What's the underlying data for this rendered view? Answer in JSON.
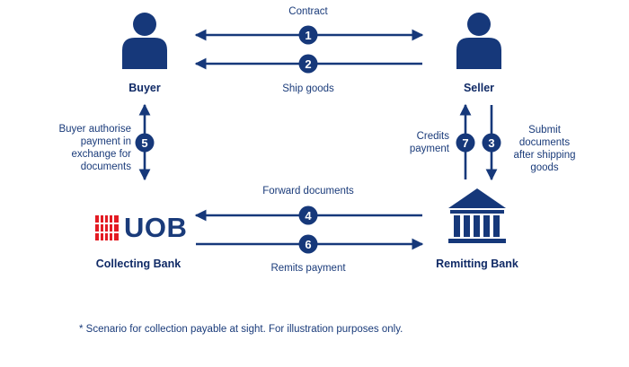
{
  "colors": {
    "primary": "#16387a",
    "logo_red": "#e31b23",
    "text": "#1a3b7a"
  },
  "nodes": {
    "buyer": {
      "label": "Buyer",
      "icon": "person-icon"
    },
    "seller": {
      "label": "Seller",
      "icon": "person-icon"
    },
    "collecting_bank": {
      "label": "Collecting Bank",
      "logo_text": "UOB",
      "icon": "uob-logo-icon"
    },
    "remitting_bank": {
      "label": "Remitting Bank",
      "icon": "bank-building-icon"
    }
  },
  "steps": [
    {
      "number": "1",
      "label": "Contract"
    },
    {
      "number": "2",
      "label": "Ship goods"
    },
    {
      "number": "3",
      "label": "Submit documents after shipping goods",
      "lines": [
        "Submit",
        "documents",
        "after shipping",
        "goods"
      ]
    },
    {
      "number": "4",
      "label": "Forward documents"
    },
    {
      "number": "5",
      "label": "Buyer authorise payment in exchange for documents",
      "lines": [
        "Buyer authorise",
        "payment in",
        "exchange for",
        "documents"
      ]
    },
    {
      "number": "6",
      "label": "Remits payment"
    },
    {
      "number": "7",
      "label": "Credits payment",
      "lines": [
        "Credits",
        "payment"
      ]
    }
  ],
  "footnote": "* Scenario for collection payable at sight. For illustration purposes only."
}
